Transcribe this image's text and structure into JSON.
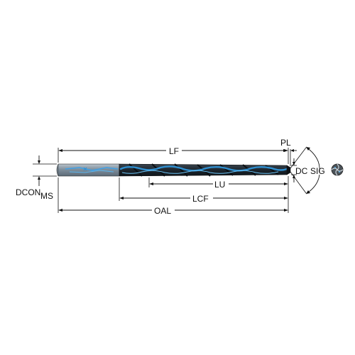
{
  "labels": {
    "lf": "LF",
    "pl": "PL",
    "dc": "DC",
    "sig": "SIG",
    "lu": "LU",
    "lcf": "LCF",
    "oal": "OAL",
    "dcon": "DCON",
    "dcon_sub": "MS"
  },
  "colors": {
    "body": "#1f2a33",
    "flute_highlight": "#2f8fd0",
    "shank": "#8a9aa8",
    "shank_highlight": "#4aa3e0",
    "line": "#111111"
  },
  "icons": {
    "end_view": "drill-end-view-icon"
  }
}
